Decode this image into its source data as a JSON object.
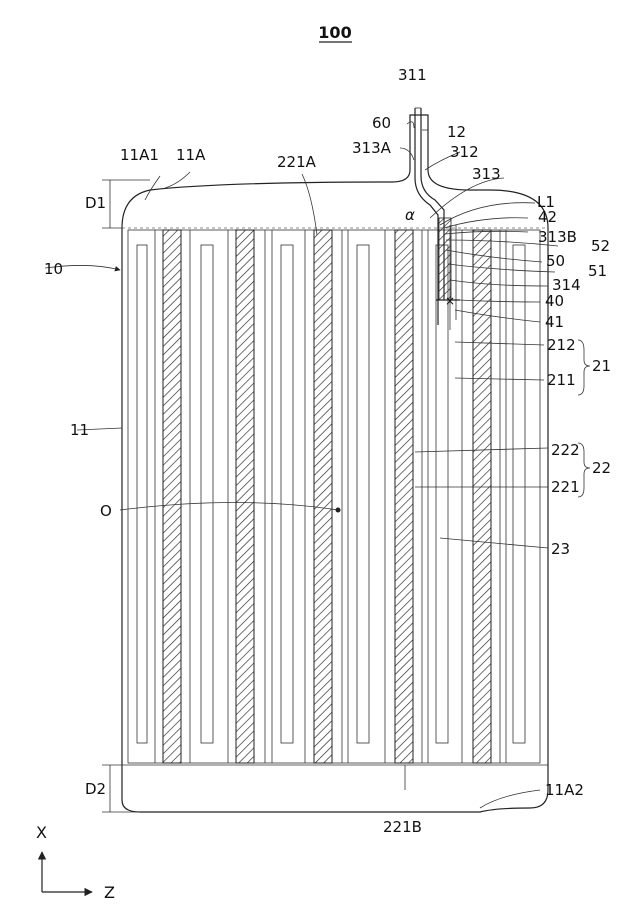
{
  "figure": {
    "title": "100",
    "axis_x": "X",
    "axis_z": "Z",
    "labels": {
      "l311": "311",
      "l60": "60",
      "l12": "12",
      "l313A": "313A",
      "l312": "312",
      "l11A1": "11A1",
      "l11A": "11A",
      "l221A": "221A",
      "l313": "313",
      "lD1": "D1",
      "lL1": "L1",
      "lalpha": "α",
      "l42": "42",
      "l313B": "313B",
      "l52": "52",
      "l10": "10",
      "l50": "50",
      "l51": "51",
      "l314": "314",
      "l40": "40",
      "l41": "41",
      "l212": "212",
      "l21": "21",
      "l211": "211",
      "l11": "11",
      "l222": "222",
      "l22": "22",
      "l221": "221",
      "lO": "O",
      "l23": "23",
      "lD2": "D2",
      "l11A2": "11A2",
      "l221B": "221B"
    }
  }
}
